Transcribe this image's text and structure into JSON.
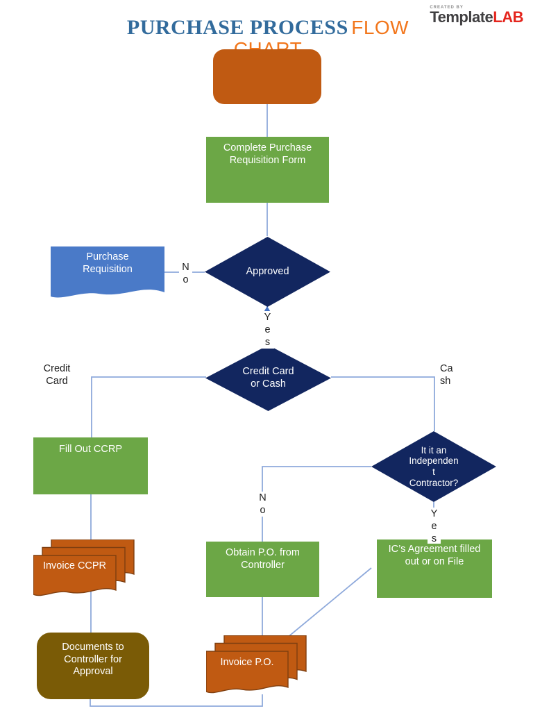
{
  "header": {
    "title": {
      "main": "PURCHASE PROCESS",
      "accent_word1": "FLOW",
      "accent_word2": "CHART"
    },
    "logo": {
      "created_by": "CREATED BY",
      "brand_primary": "Template",
      "brand_accent": "LAB"
    }
  },
  "nodes": {
    "start": {
      "label": ""
    },
    "complete_form": {
      "label": "Complete Purchase Requisition Form"
    },
    "approved": {
      "label": "Approved"
    },
    "purchase_requisition": {
      "label": "Purchase Requisition"
    },
    "credit_or_cash": {
      "label": "Credit Card or Cash"
    },
    "fill_ccrp": {
      "label": "Fill Out CCRP"
    },
    "independent_contractor": {
      "label": "It it an Independent Contractor?"
    },
    "obtain_po": {
      "label": "Obtain P.O. from Controller"
    },
    "ic_agreement": {
      "label": "IC’s Agreement filled out or on File"
    },
    "invoice_ccpr": {
      "label": "Invoice CCPR"
    },
    "documents_controller": {
      "label": "Documents to Controller for Approval"
    },
    "invoice_po": {
      "label": "Invoice P.O."
    }
  },
  "edge_labels": {
    "approved_no": "No",
    "approved_yes": "Yes",
    "branch_credit": "Credit Card",
    "branch_cash": "Cash",
    "contractor_no": "No",
    "contractor_yes": "Yes"
  },
  "colors": {
    "orange": "#c05a12",
    "green": "#6ca746",
    "navy": "#12265f",
    "blue_document": "#4a7ac8",
    "olive": "#7a5b06",
    "connector": "#8ea9db",
    "title_blue": "#326b9c",
    "title_orange": "#f2761b",
    "logo_red": "#e4251d"
  }
}
